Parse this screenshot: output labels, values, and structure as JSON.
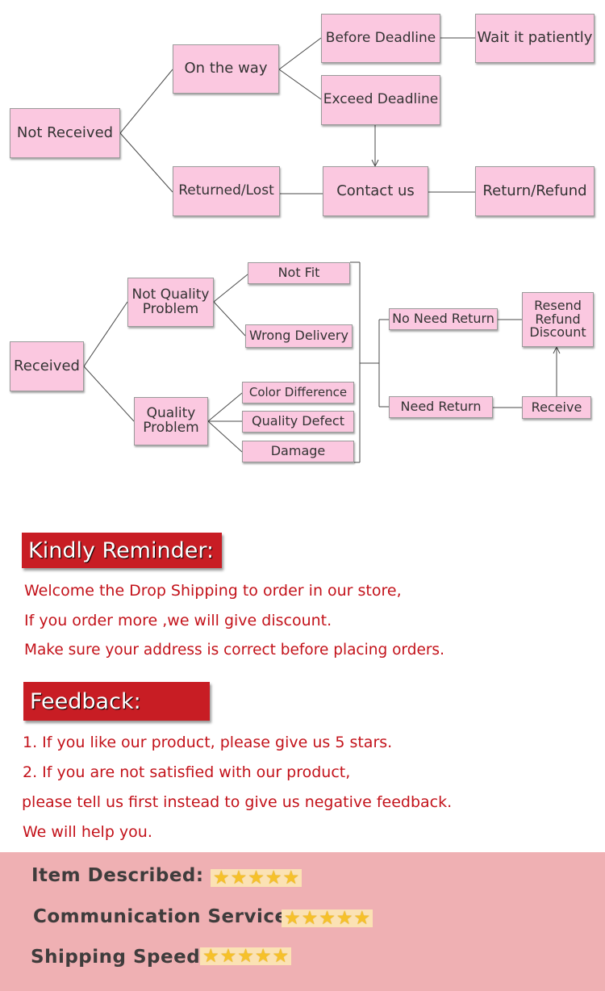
{
  "flow1": {
    "not_received": "Not Received",
    "on_the_way": "On the way",
    "returned_lost": "Returned/Lost",
    "before_deadline": "Before Deadline",
    "exceed_deadline": "Exceed Deadline",
    "contact_us": "Contact us",
    "wait_patiently": "Wait it patiently",
    "return_refund": "Return/Refund"
  },
  "flow2": {
    "received": "Received",
    "not_quality_problem": "Not Quality\nProblem",
    "quality_problem": "Quality\nProblem",
    "not_fit": "Not Fit",
    "wrong_delivery": "Wrong Delivery",
    "color_difference": "Color Difference",
    "quality_defect": "Quality Defect",
    "damage": "Damage",
    "no_need_return": "No Need Return",
    "need_return": "Need Return",
    "resend_refund_discount": "Resend\nRefund\nDiscount",
    "receive": "Receive"
  },
  "reminder": {
    "title": "Kindly Reminder:",
    "lines": [
      "Welcome the Drop Shipping to order in our store,",
      "If you order more ,we will give discount.",
      "Make sure your address is correct before placing orders."
    ]
  },
  "feedback": {
    "title": "Feedback:",
    "lines": [
      "1. If you like our product, please give us 5 stars.",
      "2. If you are not satisfied with our product,",
      "please tell us first instead to give us negative feedback.",
      "We will help you."
    ]
  },
  "ratings": [
    {
      "label": "Item Described:",
      "stars": 5
    },
    {
      "label": "Communication Service:",
      "stars": 5
    },
    {
      "label": "Shipping Speed:",
      "stars": 5
    }
  ],
  "colors": {
    "box": "#fbc8e0",
    "banner": "#c81d24",
    "red_text": "#c3121a",
    "rating_bg": "#efb0b3",
    "star": "#f6c12a"
  }
}
